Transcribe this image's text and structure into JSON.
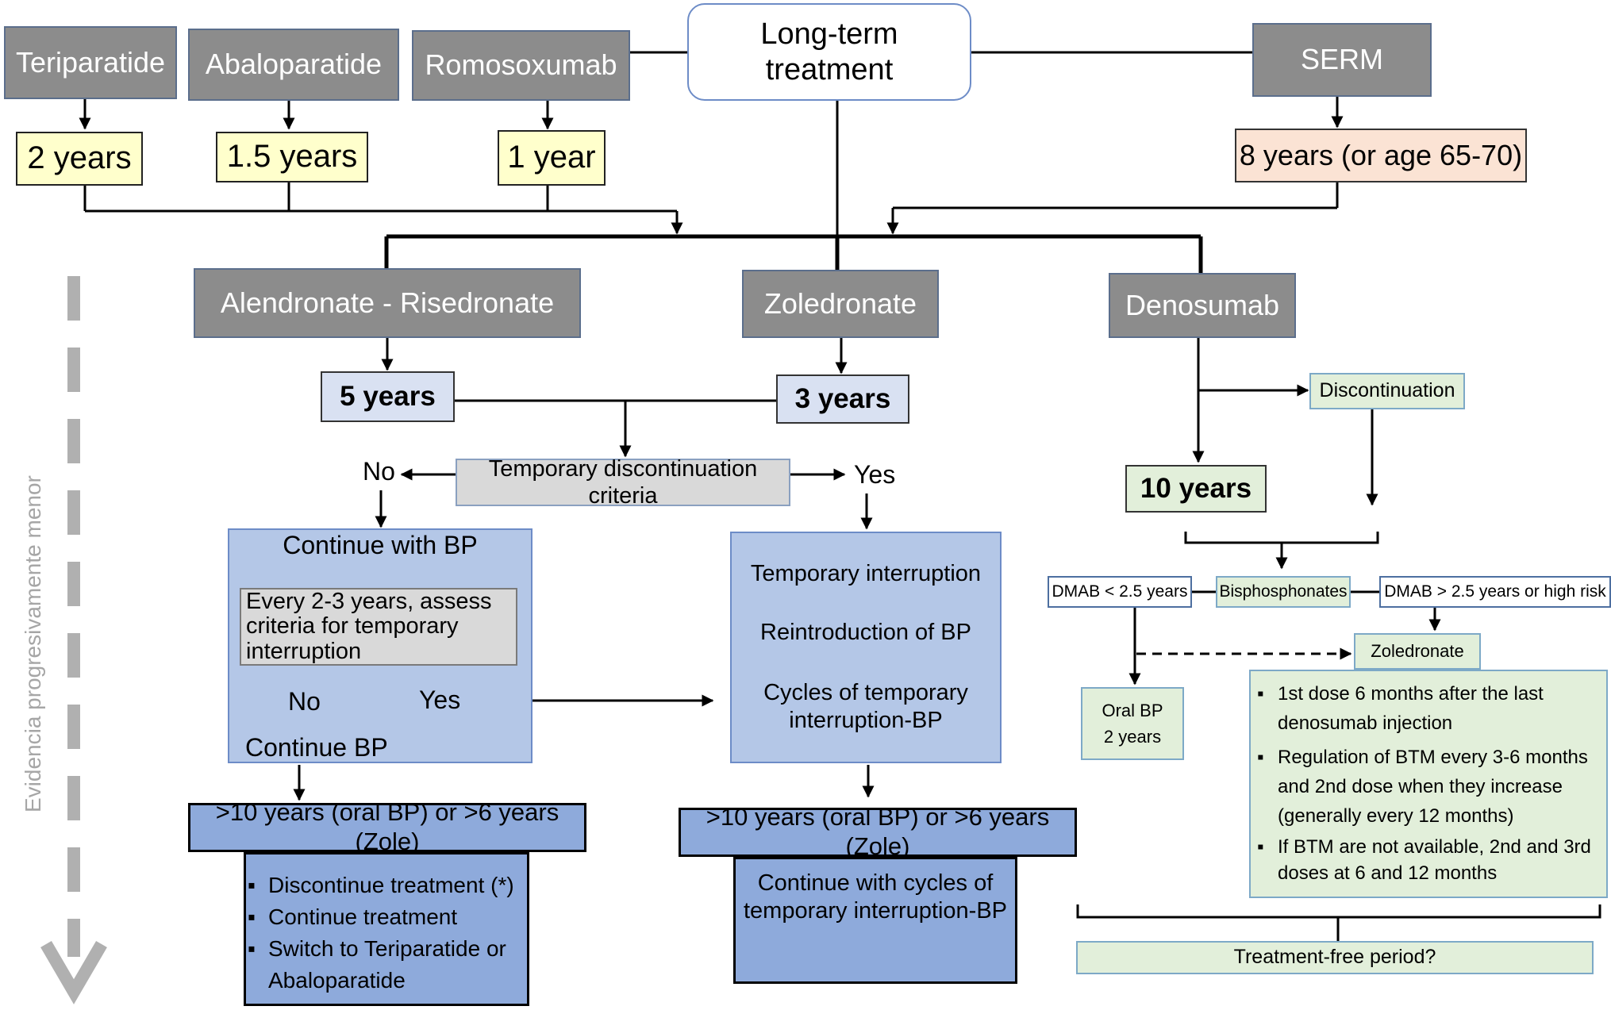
{
  "top": {
    "long_term": "Long-term treatment",
    "teriparatide": "Teriparatide",
    "abaloparatide": "Abaloparatide",
    "romosozumab": "Romosoxumab",
    "serm": "SERM",
    "dur_teri": "2 years",
    "dur_abalo": "1.5 years",
    "dur_romo": "1 year",
    "dur_serm": "8 years (or age 65-70)"
  },
  "drugs": {
    "alen": "Alendronate - Risedronate",
    "zole": "Zoledronate",
    "deno": "Denosumab",
    "dur_alen": "5 years",
    "dur_zole": "3 years",
    "dur_deno": "10 years"
  },
  "criteria": {
    "label": "Temporary discontinuation criteria",
    "no": "No",
    "yes": "Yes"
  },
  "left": {
    "title": "Continue with BP",
    "assess": "Every 2-3 years, assess criteria for temporary interruption",
    "no": "No",
    "yes": "Yes",
    "cont": "Continue BP",
    "threshold": ">10 years (oral BP) or >6 years (Zole)",
    "bullets": [
      "Discontinue treatment (*)",
      "Continue treatment",
      "Switch to Teriparatide or Abaloparatide"
    ]
  },
  "middle": {
    "step1": "Temporary interruption",
    "step2": "Reintroduction of BP",
    "step3": "Cycles of temporary interruption-BP",
    "threshold": ">10 years (oral BP) or >6 years (Zole)",
    "result": "Continue with cycles of temporary interruption-BP"
  },
  "right": {
    "discont": "Discontinuation",
    "dmab_low": "DMAB < 2.5 years",
    "bisphos": "Bisphosphonates",
    "dmab_high": "DMAB > 2.5 years or high risk",
    "zoledronate": "Zoledronate",
    "oral_bp": "Oral BP",
    "oral_bp_years": "2 years",
    "bullets": [
      "1st dose 6 months after the last denosumab injection",
      "Regulation of BTM every 3-6 months and 2nd dose when they increase (generally every 12 months)",
      "If BTM are not available, 2nd and 3rd doses at 6 and 12 months"
    ],
    "free_period": "Treatment-free period?"
  },
  "side_label": "Evidencia progresivamente menor"
}
